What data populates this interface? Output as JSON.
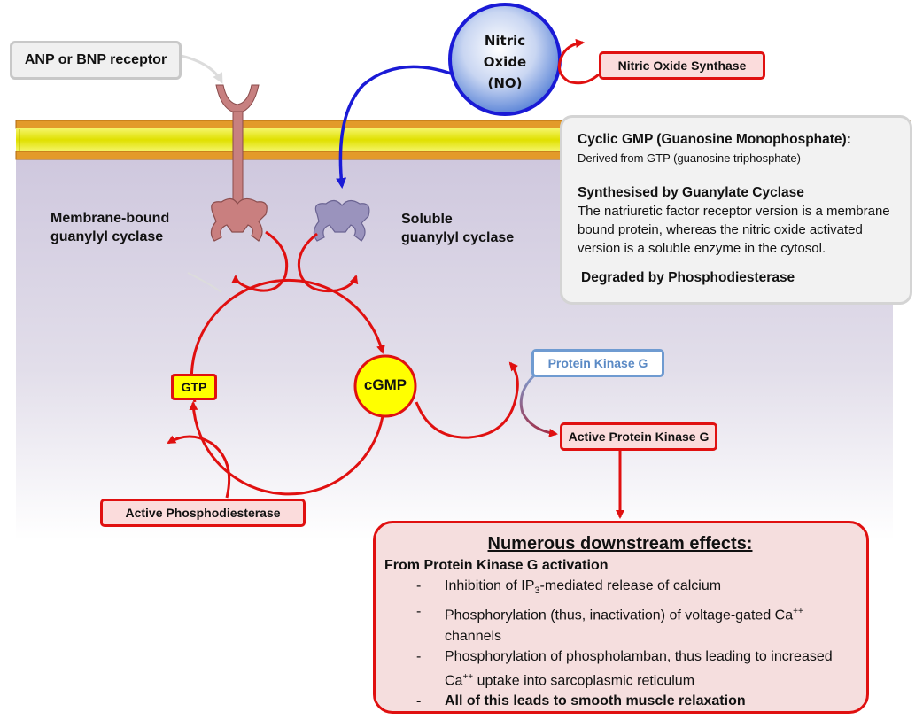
{
  "receptor_label": "ANP or BNP receptor",
  "no_circle": {
    "line1": "Nitric",
    "line2": "Oxide",
    "line3": "(NO)"
  },
  "nos_label": "Nitric Oxide Synthase",
  "membrane_gc_label": [
    "Membrane-bound",
    "guanylyl cyclase"
  ],
  "soluble_gc_label": [
    "Soluble",
    "guanylyl cyclase"
  ],
  "info_box": {
    "heading1": "Cyclic GMP (Guanosine Monophosphate):",
    "line1": "Derived from GTP (guanosine triphosphate)",
    "heading2": "Synthesised by Guanylate Cyclase",
    "para": "The natriuretic factor receptor version is a membrane bound protein, whereas the nitric oxide activated version is a soluble enzyme in the cytosol.",
    "heading3": "Degraded by Phosphodiesterase"
  },
  "gtp_label": "GTP",
  "cgmp_label": "cGMP",
  "pkg_label": "Protein Kinase G",
  "active_pkg_label": "Active Protein Kinase G",
  "pde_label": "Active Phosphodiesterase",
  "effects": {
    "title": "Numerous downstream effects:",
    "subtitle": "From Protein Kinase G activation",
    "item1_pre": "Inhibition of IP",
    "item1_sub": "3",
    "item1_post": "-mediated release of calcium",
    "item2_pre": "Phosphorylation (thus, inactivation) of voltage-gated Ca",
    "item2_sup": "++",
    "item2_post": "channels",
    "item3_line1": "Phosphorylation of phospholamban, thus leading to increased",
    "item3_pre": "Ca",
    "item3_sup": "++",
    "item3_post": " uptake into sarcoplasmic reticulum",
    "item4": "All of this leads to smooth muscle relaxation",
    "dash": "-"
  },
  "colors": {
    "membrane_yellow": "#e5e600",
    "membrane_orange": "#d98a18",
    "arrow_red": "#e01010",
    "arrow_blue": "#1a1ad6",
    "no_fill": "#3f6fd0",
    "receptor": "#c78080",
    "soluble_enzyme": "#9089b3"
  }
}
